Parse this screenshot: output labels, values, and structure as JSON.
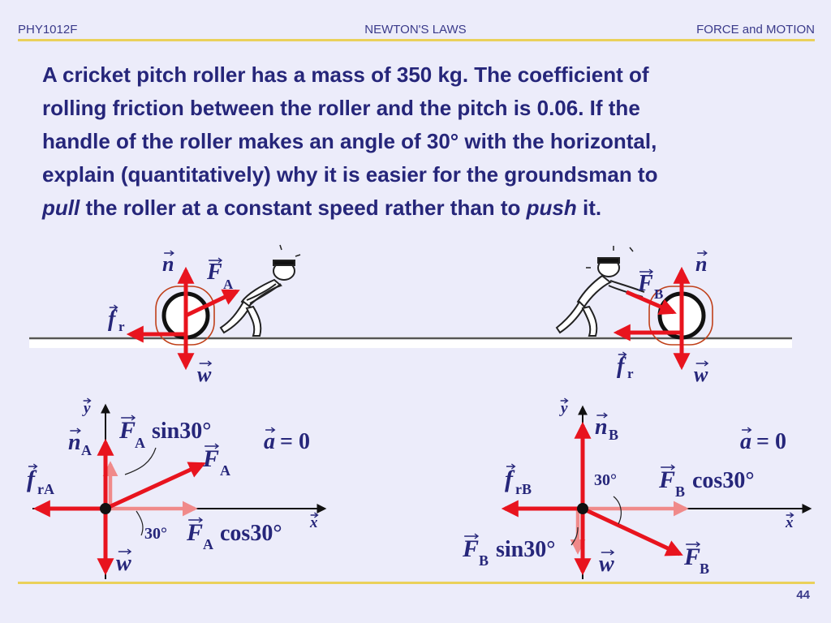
{
  "header": {
    "course": "PHY1012F",
    "topic": "NEWTON'S LAWS",
    "section": "FORCE and MOTION"
  },
  "problem": {
    "line1": "A cricket pitch roller has a mass of 350 kg.  The coefficient of",
    "line2": "rolling friction between the roller and the pitch is 0.06.  If the",
    "line3": "handle of the roller makes an angle of 30° with the horizontal,",
    "line4": "explain (quantitatively) why it is easier for the groundsman to",
    "word_pull": "pull",
    "line5_mid": " the roller at a constant speed rather than to ",
    "word_push": "push",
    "line5_end": " it."
  },
  "scene": {
    "left": {
      "normal": "n",
      "applied": "F",
      "applied_sub": "A",
      "friction": "f",
      "friction_sub": "r",
      "weight": "w"
    },
    "right": {
      "normal": "n",
      "applied": "F",
      "applied_sub": "B",
      "friction": "f",
      "friction_sub": "r",
      "weight": "w"
    }
  },
  "fbd_pull": {
    "y_axis": "y",
    "x_axis": "x",
    "normal": "n",
    "normal_sub": "A",
    "friction": "f",
    "friction_sub": "rA",
    "applied": "F",
    "applied_sub": "A",
    "weight": "w",
    "vertical_component": {
      "symbol": "F",
      "sub": "A",
      "text": "sin30°"
    },
    "horizontal_component": {
      "symbol": "F",
      "sub": "A",
      "text": "cos30°"
    },
    "angle": "30°",
    "accel": "a",
    "accel_eq": "= 0"
  },
  "fbd_push": {
    "y_axis": "y",
    "x_axis": "x",
    "normal": "n",
    "normal_sub": "B",
    "friction": "f",
    "friction_sub": "rB",
    "applied": "F",
    "applied_sub": "B",
    "weight": "w",
    "vertical_component": {
      "symbol": "F",
      "sub": "B",
      "text": "sin30°"
    },
    "horizontal_component": {
      "symbol": "F",
      "sub": "B",
      "text": "cos30°"
    },
    "angle": "30°",
    "accel": "a",
    "accel_eq": "= 0"
  },
  "colors": {
    "force": "#e8141e",
    "component": "#f08a8a",
    "text": "#26267a",
    "rule": "#ead15a",
    "ground": "#555555",
    "roller_outline": "#c0401a"
  },
  "page_number": "44"
}
